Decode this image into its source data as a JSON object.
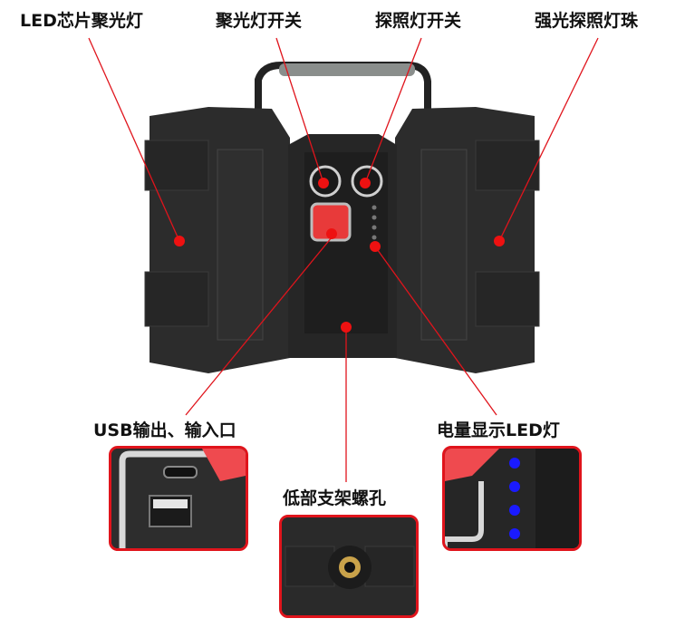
{
  "callouts": {
    "led_spotlight": "LED芯片聚光灯",
    "spotlight_switch": "聚光灯开关",
    "searchlight_switch": "探照灯开关",
    "strong_beads": "强光探照灯珠",
    "usb_port": "USB输出、输入口",
    "battery_led": "电量显示LED灯",
    "mount_hole": "低部支架螺孔"
  },
  "colors": {
    "callout_line": "#e0141c",
    "marker_dot": "#ee1111",
    "body": "#2a2a2a",
    "led_blue": "#1a1aff",
    "power_button": "#e83a3a"
  },
  "indicators": {
    "led_count": 4
  }
}
